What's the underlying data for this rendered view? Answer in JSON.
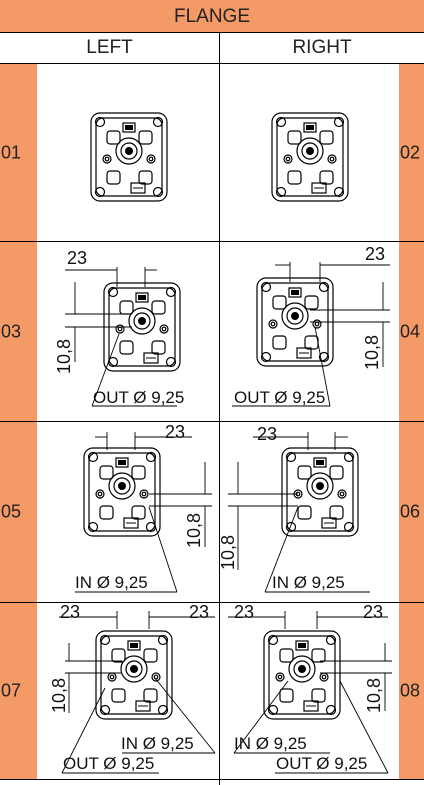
{
  "header": {
    "title": "FLANGE",
    "left": "LEFT",
    "right": "RIGHT"
  },
  "rows": [
    {
      "left": {
        "num": "01"
      },
      "right": {
        "num": "02"
      }
    },
    {
      "left": {
        "num": "03",
        "dim": "23",
        "dim_v": "10,8",
        "label": "OUT Ø 9,25"
      },
      "right": {
        "num": "04",
        "dim": "23",
        "dim_v": "10,8",
        "label": "OUT Ø 9,25"
      }
    },
    {
      "left": {
        "num": "05",
        "dim": "23",
        "dim_v": "10,8",
        "label": "IN Ø 9,25"
      },
      "right": {
        "num": "06",
        "dim": "23",
        "dim_v": "10,8",
        "label": "IN Ø 9,25"
      }
    },
    {
      "left": {
        "num": "07",
        "dim_a": "23",
        "dim_b": "23",
        "dim_v": "10,8",
        "label_in": "IN Ø 9,25",
        "label_out": "OUT Ø 9,25"
      },
      "right": {
        "num": "08",
        "dim_a": "23",
        "dim_b": "23",
        "dim_v": "10,8",
        "label_in": "IN Ø 9,25",
        "label_out": "OUT Ø 9,25"
      }
    }
  ]
}
